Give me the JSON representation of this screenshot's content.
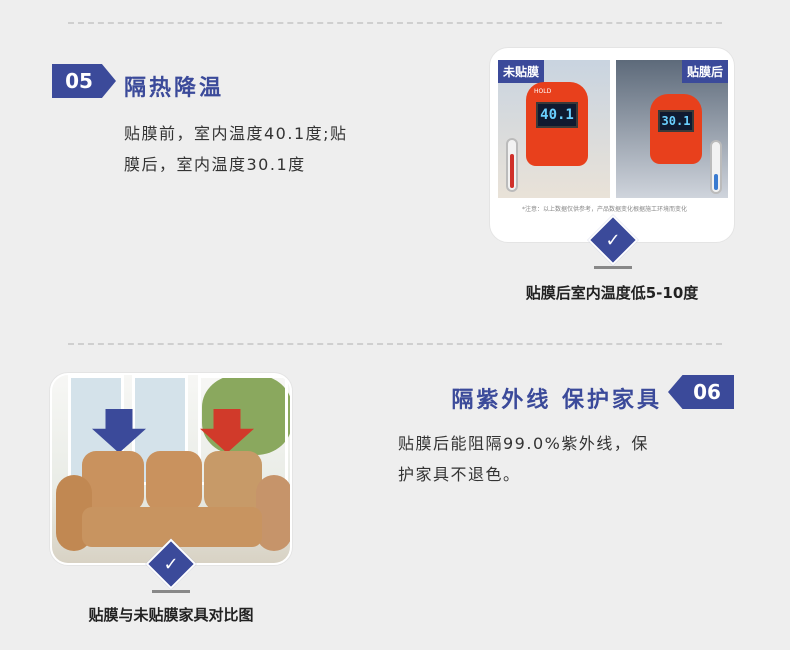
{
  "section1": {
    "number": "05",
    "title": "隔热降温",
    "description_line1": "贴膜前，室内温度40.1度;贴",
    "description_line2": "膜后，室内温度30.1度",
    "image": {
      "tag_before": "未贴膜",
      "tag_after": "贴膜后",
      "reading_before": "40.1",
      "reading_after": "30.1",
      "hold_label": "HOLD",
      "note": "*注意：以上数据仅供参考，产品数据变化根据施工环境而变化"
    },
    "caption": "贴膜后室内温度低5-10度"
  },
  "section2": {
    "number": "06",
    "title": "隔紫外线 保护家具",
    "description_line1": "贴膜后能阻隔99.0%紫外线，保",
    "description_line2": "护家具不退色。",
    "caption": "贴膜与未贴膜家具对比图"
  },
  "colors": {
    "brand_blue": "#3b4a9a",
    "arrow_blue": "#3b4a9a",
    "arrow_red": "#d13a2a",
    "background": "#eeeeee"
  },
  "icons": {
    "check": "checkmark-icon"
  }
}
